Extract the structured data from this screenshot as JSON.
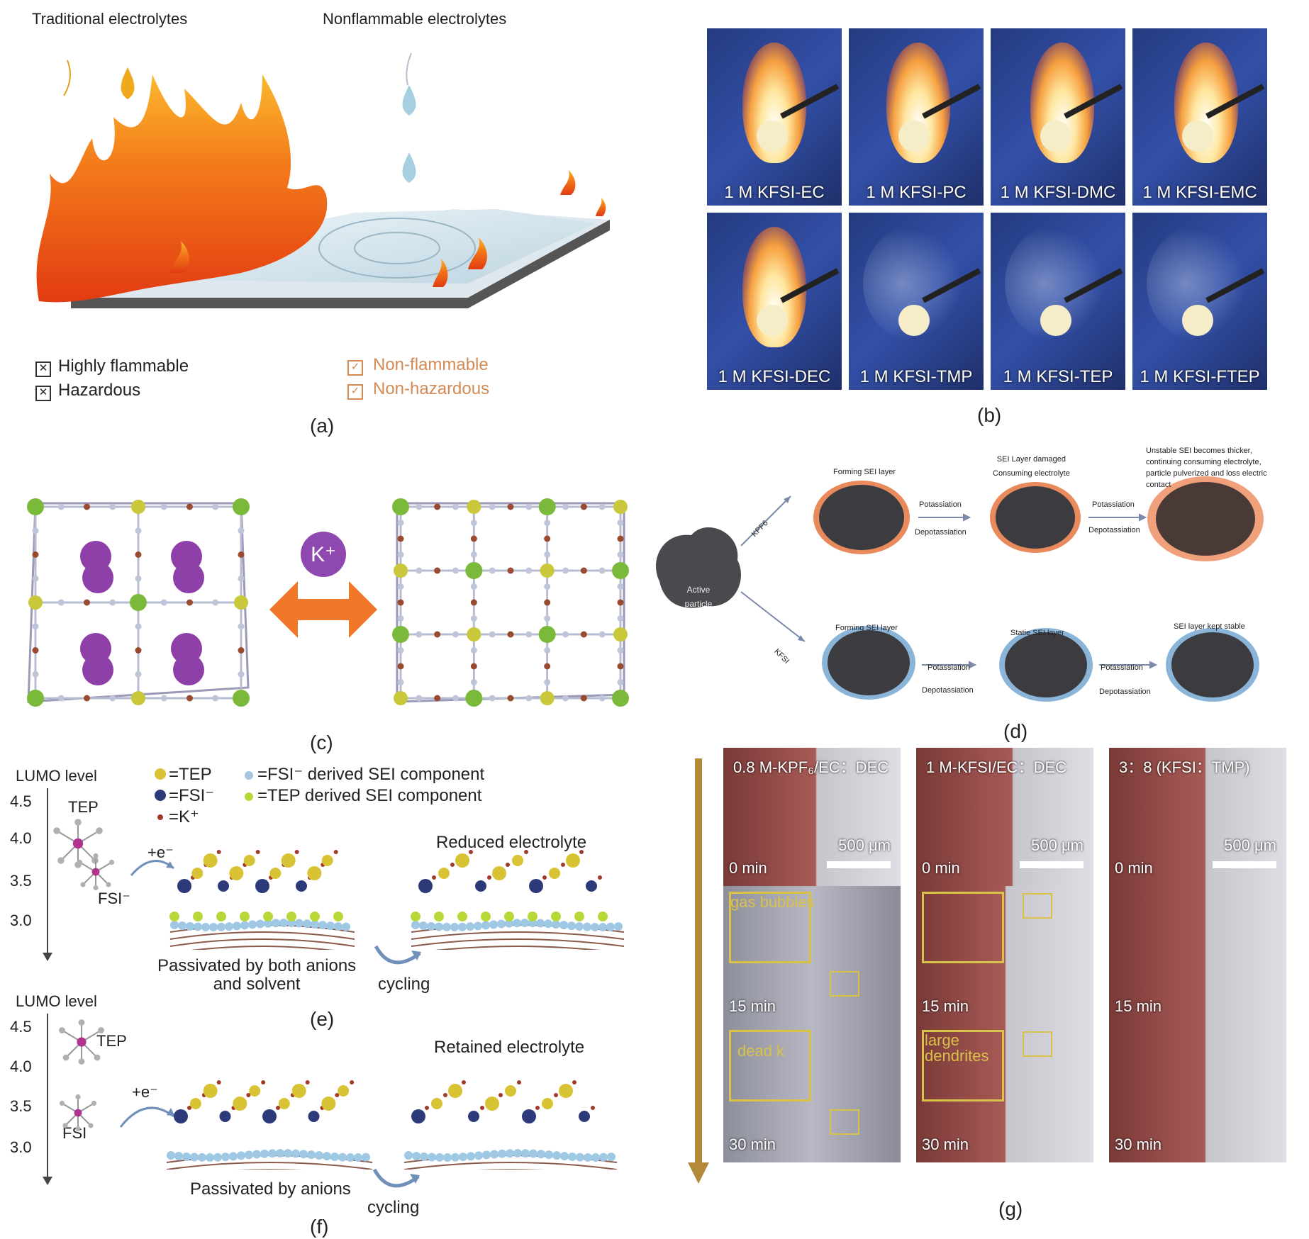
{
  "panel_a": {
    "traditional": "Traditional electrolytes",
    "nonflammable": "Nonflammable electrolytes",
    "bad": [
      "Highly flammable",
      "Hazardous"
    ],
    "good": [
      "Non-flammable",
      "Non-hazardous"
    ],
    "caption": "(a)"
  },
  "panel_b": {
    "labels_top": [
      "1 M KFSI-EC",
      "1 M KFSI-PC",
      "1 M KFSI-DMC",
      "1 M KFSI-EMC"
    ],
    "labels_bottom": [
      "1 M KFSI-DEC",
      "1 M KFSI-TMP",
      "1 M KFSI-TEP",
      "1 M KFSI-FTEP"
    ],
    "caption": "(b)"
  },
  "panel_c": {
    "ion": "K⁺",
    "caption": "(c)"
  },
  "panel_d": {
    "active": [
      "Active",
      "particle"
    ],
    "kpf6": "KPF6",
    "kfsi": "KFSI",
    "top_stage1": "Forming SEI layer",
    "top_stage2": [
      "SEI Layer damaged",
      "Consuming electrolyte"
    ],
    "top_stage3": [
      "Unstable SEI becomes thicker,",
      "continuing consuming electrolyte,",
      "particle pulverized and loss electric",
      "contact"
    ],
    "bottom_stage1": "Forming SEI layer",
    "bottom_stage2": "Statie SEI layer",
    "bottom_stage3": "SEI layer kept stable",
    "potassiation": "Potassiation",
    "depotassiation": "Depotassiation",
    "caption": "(d)"
  },
  "panel_e": {
    "lumo": "LUMO level",
    "ticks": [
      "4.5",
      "4.0",
      "3.5",
      "3.0"
    ],
    "tep": "TEP",
    "fsi": "FSI⁻",
    "electron": "+e⁻",
    "legend": [
      "=TEP",
      "=FSI⁻",
      "=K⁺",
      "=FSI⁻ derived SEI component",
      "=TEP derived SEI component"
    ],
    "reduced": "Reduced electrolyte",
    "passivated": [
      "Passivated by both anions",
      "and solvent"
    ],
    "cycling": "cycling",
    "caption": "(e)"
  },
  "panel_f": {
    "lumo": "LUMO level",
    "ticks": [
      "4.5",
      "4.0",
      "3.5",
      "3.0"
    ],
    "tep": "TEP",
    "fsi": "FSI",
    "electron": "+e⁻",
    "retained": "Retained electrolyte",
    "passivated": "Passivated by anions",
    "cycling": "cycling",
    "caption": "(f)"
  },
  "panel_g": {
    "col1": "0.8 M-KPF₆/EC：DEC",
    "col2": "1 M-KFSI/EC：DEC",
    "col3": "3：8 (KFSI：TMP)",
    "times": [
      "0 min",
      "15 min",
      "30 min"
    ],
    "scale": "500 μm",
    "gas": "gas bubbles",
    "dead": "dead k",
    "dendrites": [
      "large",
      "dendrites"
    ],
    "caption": "(g)"
  }
}
